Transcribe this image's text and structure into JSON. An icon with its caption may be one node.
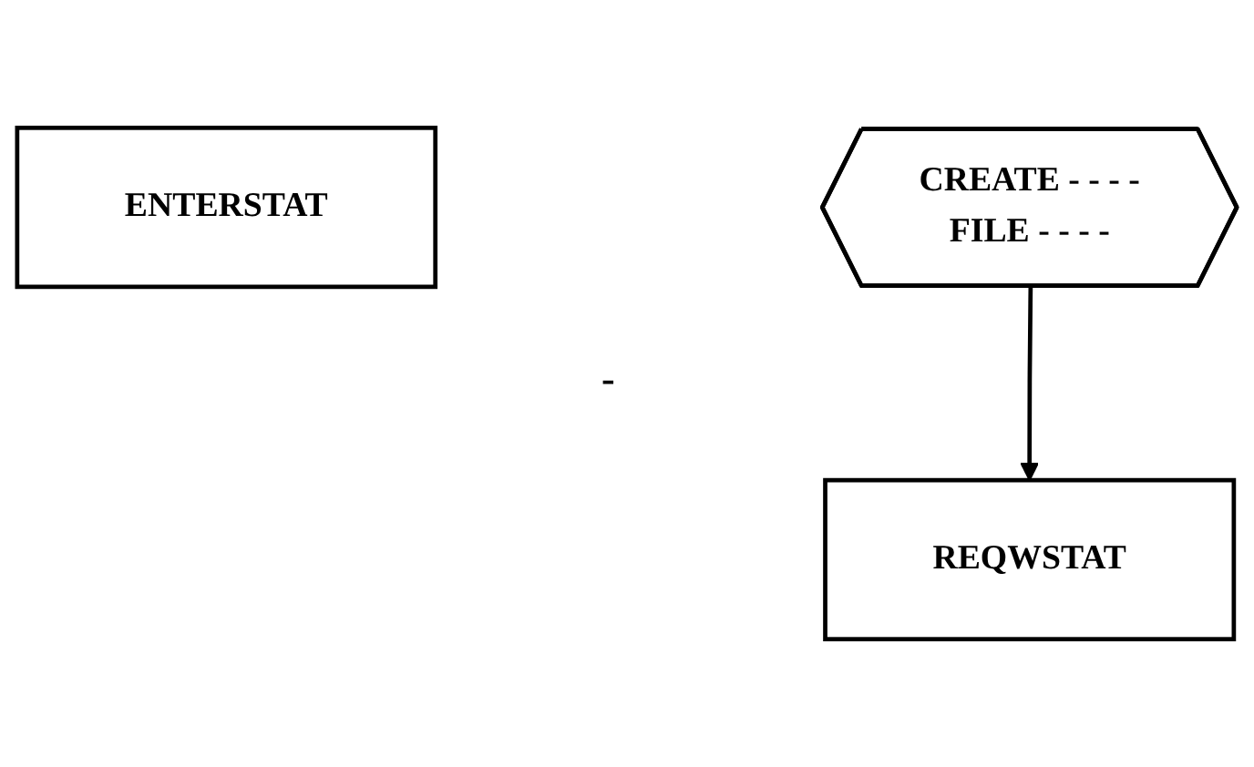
{
  "diagram": {
    "nodes": [
      {
        "text": [
          "ENTERSTAT"
        ]
      },
      {
        "text": [
          "CREATE - - - -",
          "FILE - - - -"
        ]
      },
      {
        "text": [
          "REQWSTAT"
        ]
      }
    ],
    "edges": [
      {
        "from": 1,
        "to": 2,
        "arrow": "to"
      }
    ],
    "labels": [
      "-"
    ]
  }
}
